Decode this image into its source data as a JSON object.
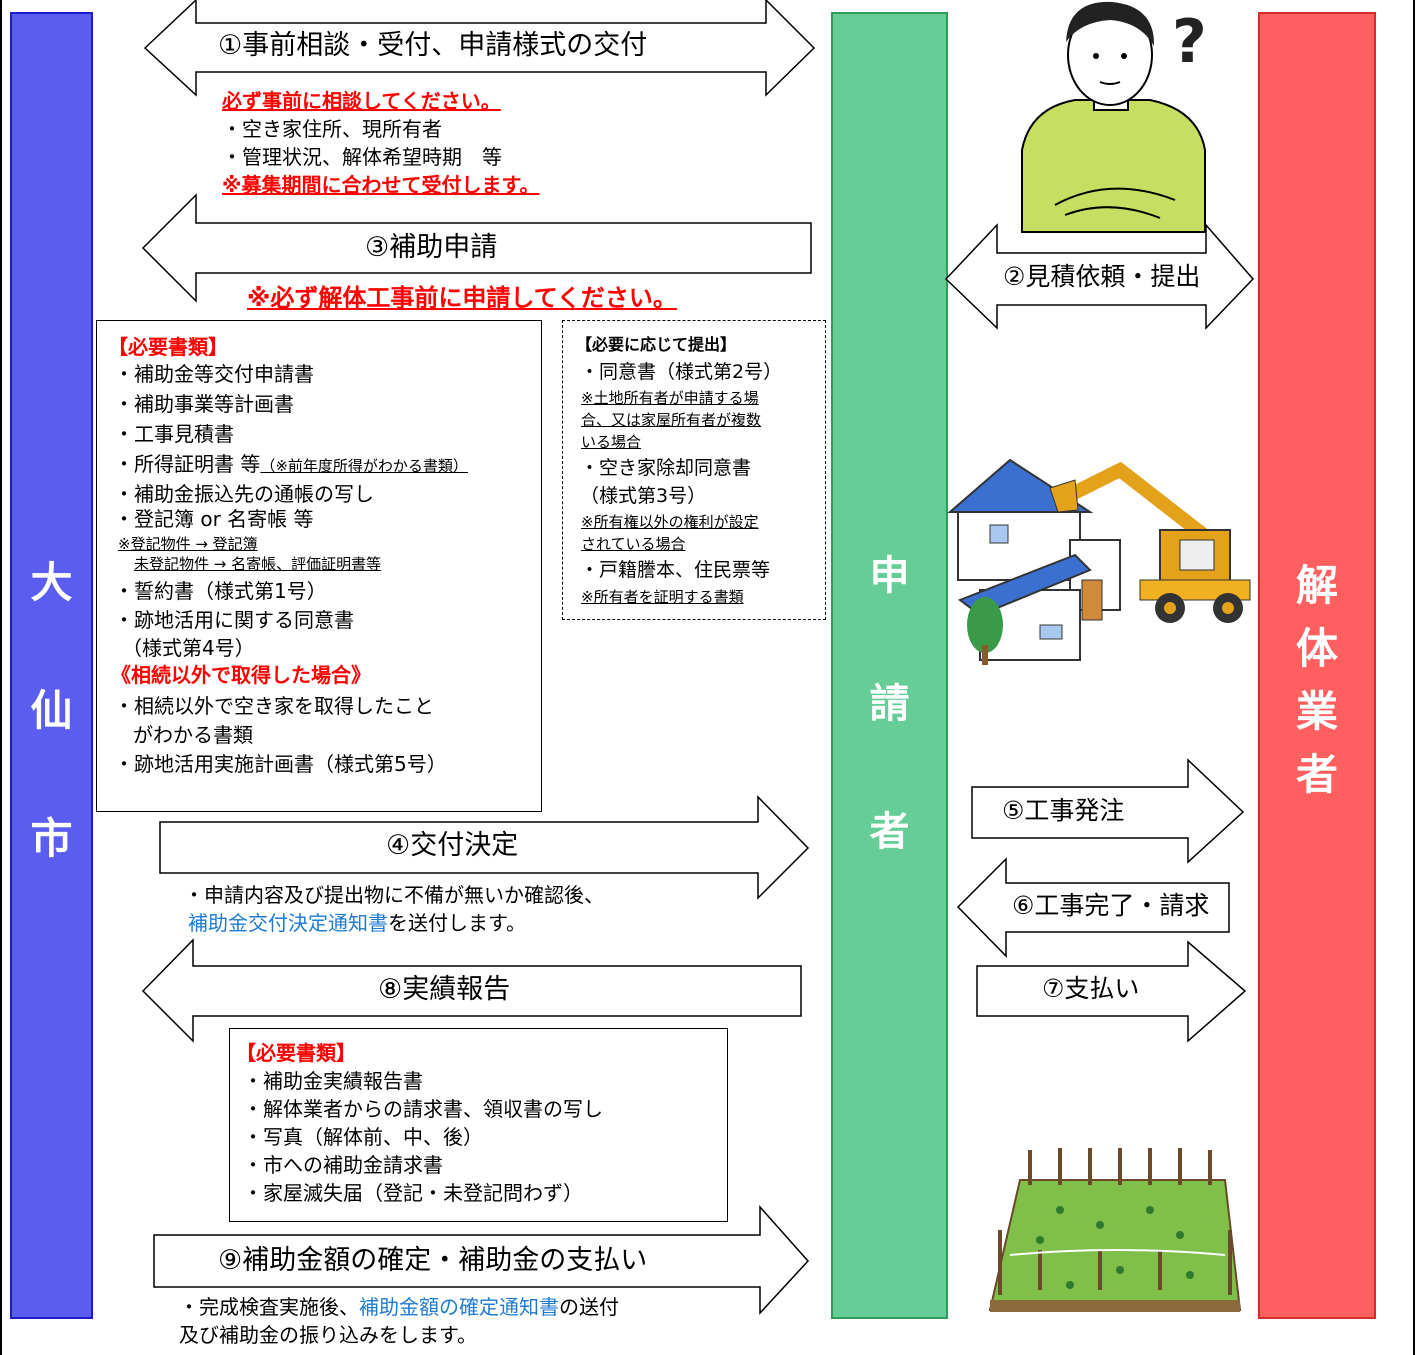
{
  "colors": {
    "city_fill": "#5b5cf0",
    "city_border": "#1b1ec8",
    "applicant_fill": "#65cd95",
    "applicant_border": "#2c9e5a",
    "contractor_fill": "#ff5f5f",
    "contractor_border": "#d62b2b",
    "emphasis": "#ff0000",
    "link": "#1f7bd1"
  },
  "columns": {
    "city": "大仙市",
    "applicant": "申請者",
    "contractor": "解体業者"
  },
  "step1": {
    "label": "①事前相談・受付、申請様式の交付",
    "note_title": "必ず事前に相談してください。",
    "note_items": [
      "・空き家住所、現所有者",
      "・管理状況、解体希望時期　等"
    ],
    "note_footer": "※募集期間に合わせて受付します。"
  },
  "step2": {
    "label": "②見積依頼・提出"
  },
  "step3": {
    "label": "③補助申請",
    "warning": "※必ず解体工事前に申請してください。",
    "required_title": "【必要書類】",
    "items": [
      "・補助金等交付申請書",
      "・補助事業等計画書",
      "・工事見積書",
      "・所得証明書 等",
      "・補助金振込先の通帳の写し",
      "・登記簿 or 名寄帳 等",
      "・誓約書（様式第1号）",
      "・跡地活用に関する同意書",
      "（様式第4号）"
    ],
    "income_note": "（※前年度所得がわかる書類）",
    "registry_note_1": "※登記物件 → 登記簿",
    "registry_note_2": "未登記物件 → 名寄帳、評価証明書等",
    "inherit_title": "《相続以外で取得した場合》",
    "inherit_items": [
      "・相続以外で空き家を取得したこと",
      "がわかる書類",
      "・跡地活用実施計画書（様式第5号）"
    ],
    "optional_title": "【必要に応じて提出】",
    "optional": [
      {
        "item": "・同意書（様式第2号）",
        "note_lines": [
          "※土地所有者が申請する場",
          "合、又は家屋所有者が複数",
          "いる場合"
        ]
      },
      {
        "item": "・空き家除却同意書",
        "item2": "（様式第3号）",
        "note_lines": [
          "※所有権以外の権利が設定",
          "されている場合"
        ]
      },
      {
        "item": "・戸籍謄本、住民票等",
        "note_lines": [
          "※所有者を証明する書類"
        ]
      }
    ]
  },
  "step4": {
    "label": "④交付決定",
    "desc_1": "・申請内容及び提出物に不備が無いか確認後、",
    "desc_link": "補助金交付決定通知書",
    "desc_2": "を送付します。"
  },
  "step5": {
    "label": "⑤工事発注"
  },
  "step6": {
    "label": "⑥工事完了・請求"
  },
  "step7": {
    "label": "⑦支払い"
  },
  "step8": {
    "label": "⑧実績報告",
    "required_title": "【必要書類】",
    "items": [
      "・補助金実績報告書",
      "・解体業者からの請求書、領収書の写し",
      "・写真（解体前、中、後）",
      "・市への補助金請求書",
      "・家屋滅失届（登記・未登記問わず）"
    ]
  },
  "step9": {
    "label": "⑨補助金額の確定・補助金の支払い",
    "desc_1a": "・完成検査実施後、",
    "desc_link": "補助金額の確定通知書",
    "desc_1b": "の送付",
    "desc_2": "及び補助金の振り込みをします。"
  }
}
